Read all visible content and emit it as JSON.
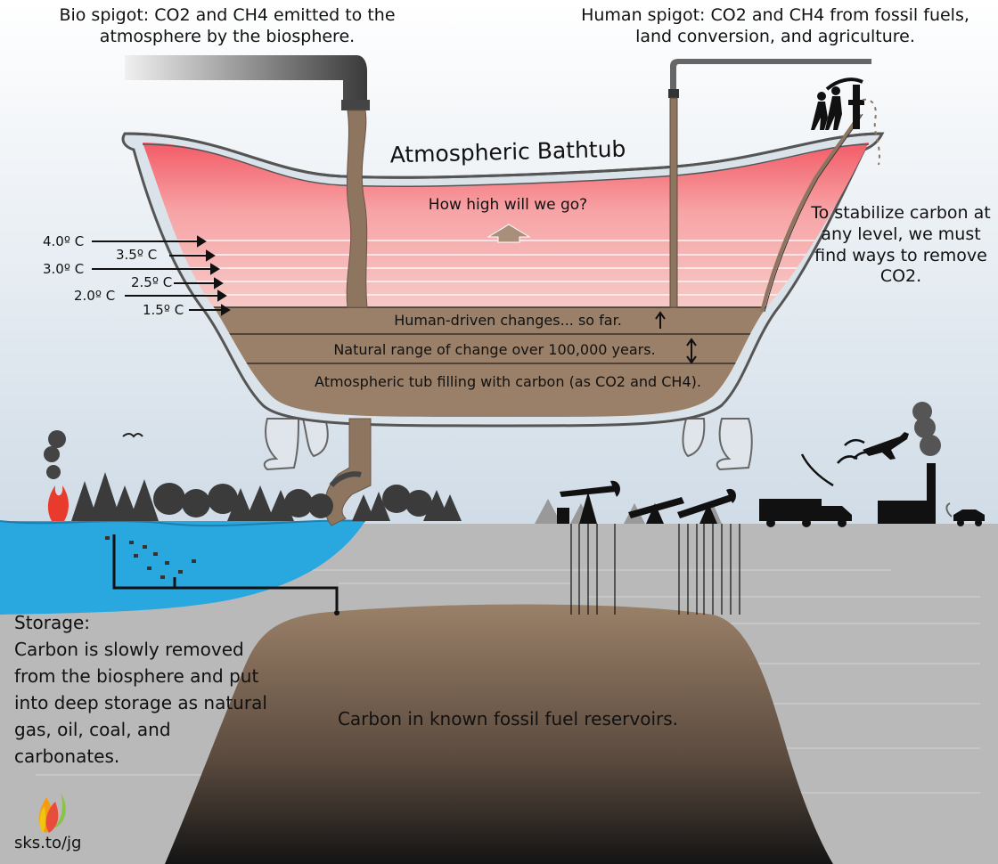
{
  "captions": {
    "bio_spigot": "Bio spigot: CO2 and CH4 emitted to the atmosphere by the biosphere.",
    "human_spigot": "Human spigot:  CO2 and CH4 from fossil fuels, land conversion, and agriculture.",
    "stabilize": "To stabilize carbon at  any level, we must find ways to remove CO2.",
    "storage": "Storage:\nCarbon is slowly removed from the biosphere and put into deep storage as natural gas, oil, coal, and carbonates.",
    "credit": "sks.to/jg"
  },
  "bathtub": {
    "title": "Atmospheric Bathtub",
    "question": "How high will we go?",
    "levels": {
      "human": "Human-driven changes... so far.",
      "natural": "Natural range of change over 100,000 years.",
      "filling": "Atmospheric tub filling with carbon (as CO2 and CH4)."
    },
    "temperatures": [
      {
        "label": "4.0º C"
      },
      {
        "label": "3.5º C"
      },
      {
        "label": "3.0º C"
      },
      {
        "label": "2.5º C"
      },
      {
        "label": "2.0º C"
      },
      {
        "label": "1.5º C"
      }
    ]
  },
  "reservoir": "Carbon in known fossil fuel reservoirs.",
  "colors": {
    "sky": "#dfe6ec",
    "water": "#29a8e0",
    "ground": "#b8b8b8",
    "carbon": "#9a8068",
    "tub_red": "#f26d73",
    "pipe": "#555555"
  }
}
